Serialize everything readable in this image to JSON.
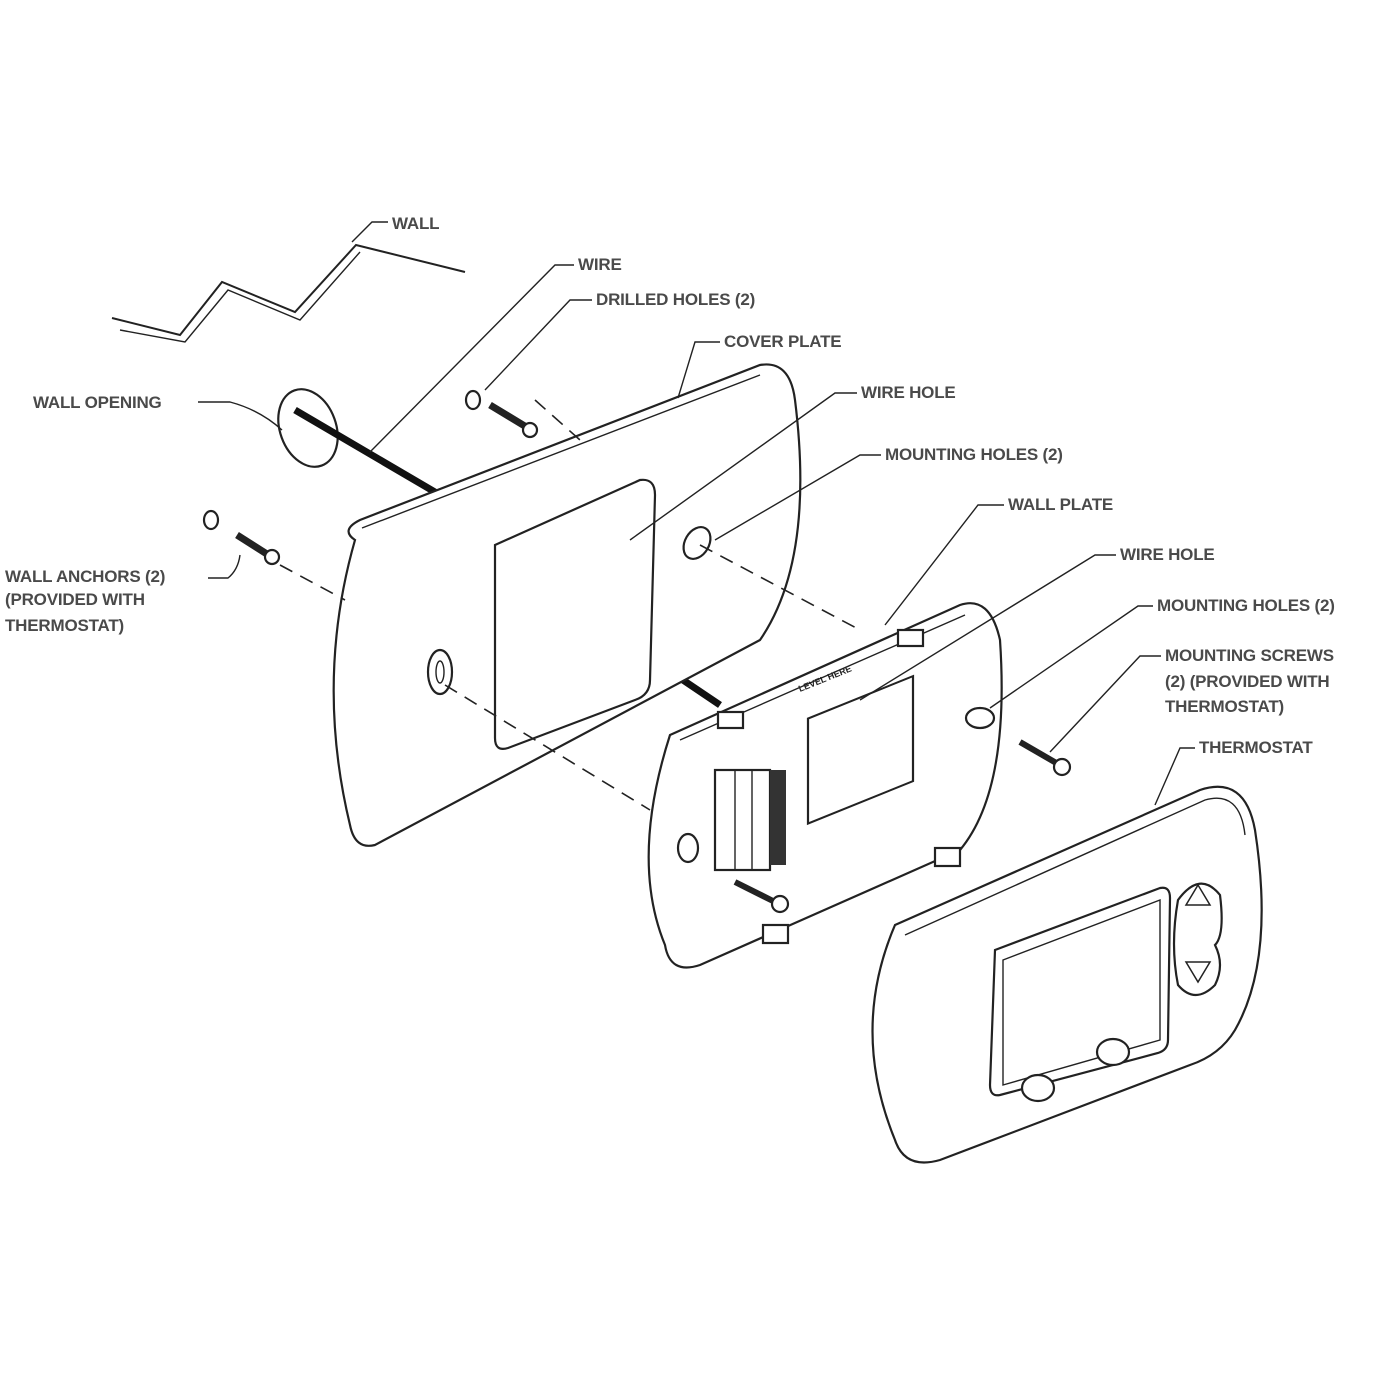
{
  "labels": {
    "wall": "WALL",
    "wire": "WIRE",
    "drilled_holes": "DRILLED HOLES (2)",
    "cover_plate": "COVER PLATE",
    "wall_opening": "WALL OPENING",
    "wire_hole_1": "WIRE HOLE",
    "mounting_holes_1": "MOUNTING HOLES (2)",
    "wall_plate": "WALL PLATE",
    "wall_anchors": [
      "WALL ANCHORS (2)",
      "(PROVIDED WITH",
      "THERMOSTAT)"
    ],
    "wire_hole_2": "WIRE HOLE",
    "mounting_holes_2": "MOUNTING HOLES (2)",
    "mounting_screws": [
      "MOUNTING SCREWS",
      "(2) (PROVIDED WITH",
      "THERMOSTAT)"
    ],
    "thermostat": "THERMOSTAT"
  },
  "wall_plate_marking": "LEVEL HERE"
}
